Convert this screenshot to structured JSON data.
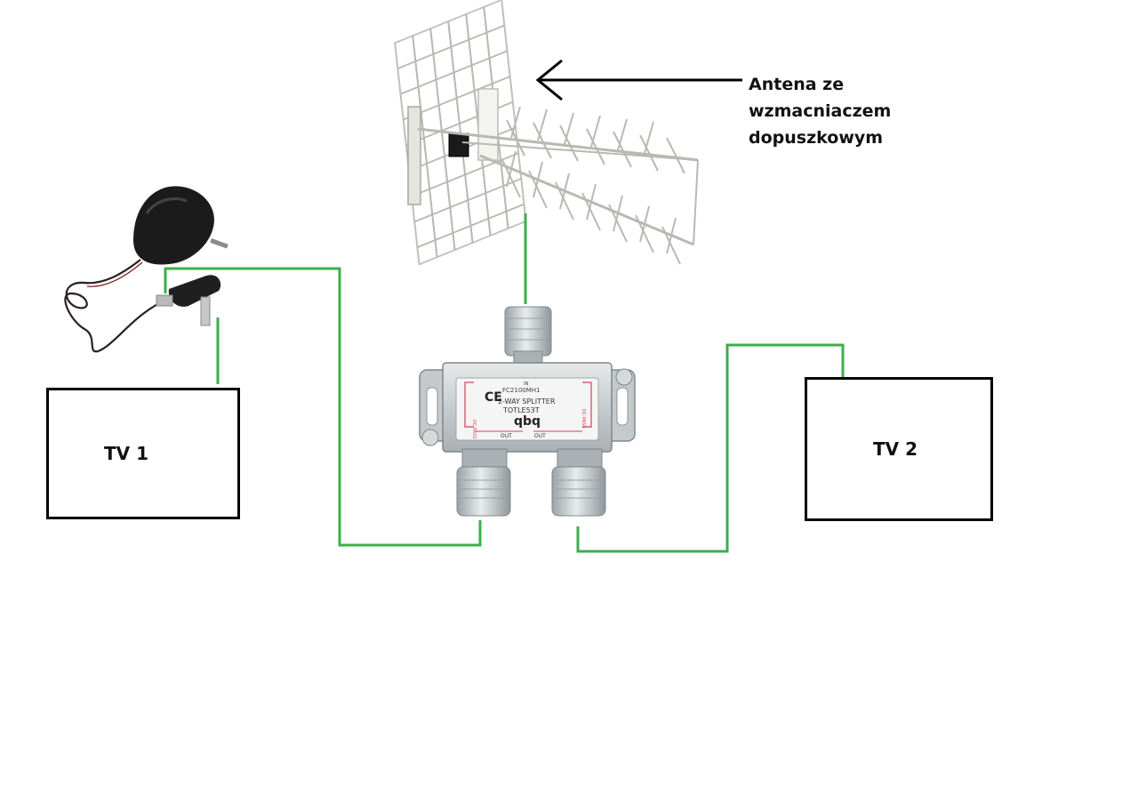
{
  "antenna": {
    "callout_lines": [
      "Antena ze",
      "wzmacniaczem",
      "dopuszkowym"
    ]
  },
  "tv_sets": [
    {
      "label": "TV 1"
    },
    {
      "label": "TV 2"
    }
  ],
  "splitter": {
    "ce_mark": "CE",
    "model_code": "FC2100MH1",
    "type_text": "2-WAY SPLITTER",
    "series_text": "TOTLE53T",
    "brand": "qbq",
    "out_label_left": "OUT",
    "out_label_right": "OUT",
    "in_label": "IN",
    "side_text_left": "DC PASS",
    "side_text_right": "DC PASS"
  },
  "colors": {
    "cable": "#3daf4a",
    "outline": "#000000",
    "metal": "#c9cdcf",
    "antenna": "#b7b7b0"
  }
}
